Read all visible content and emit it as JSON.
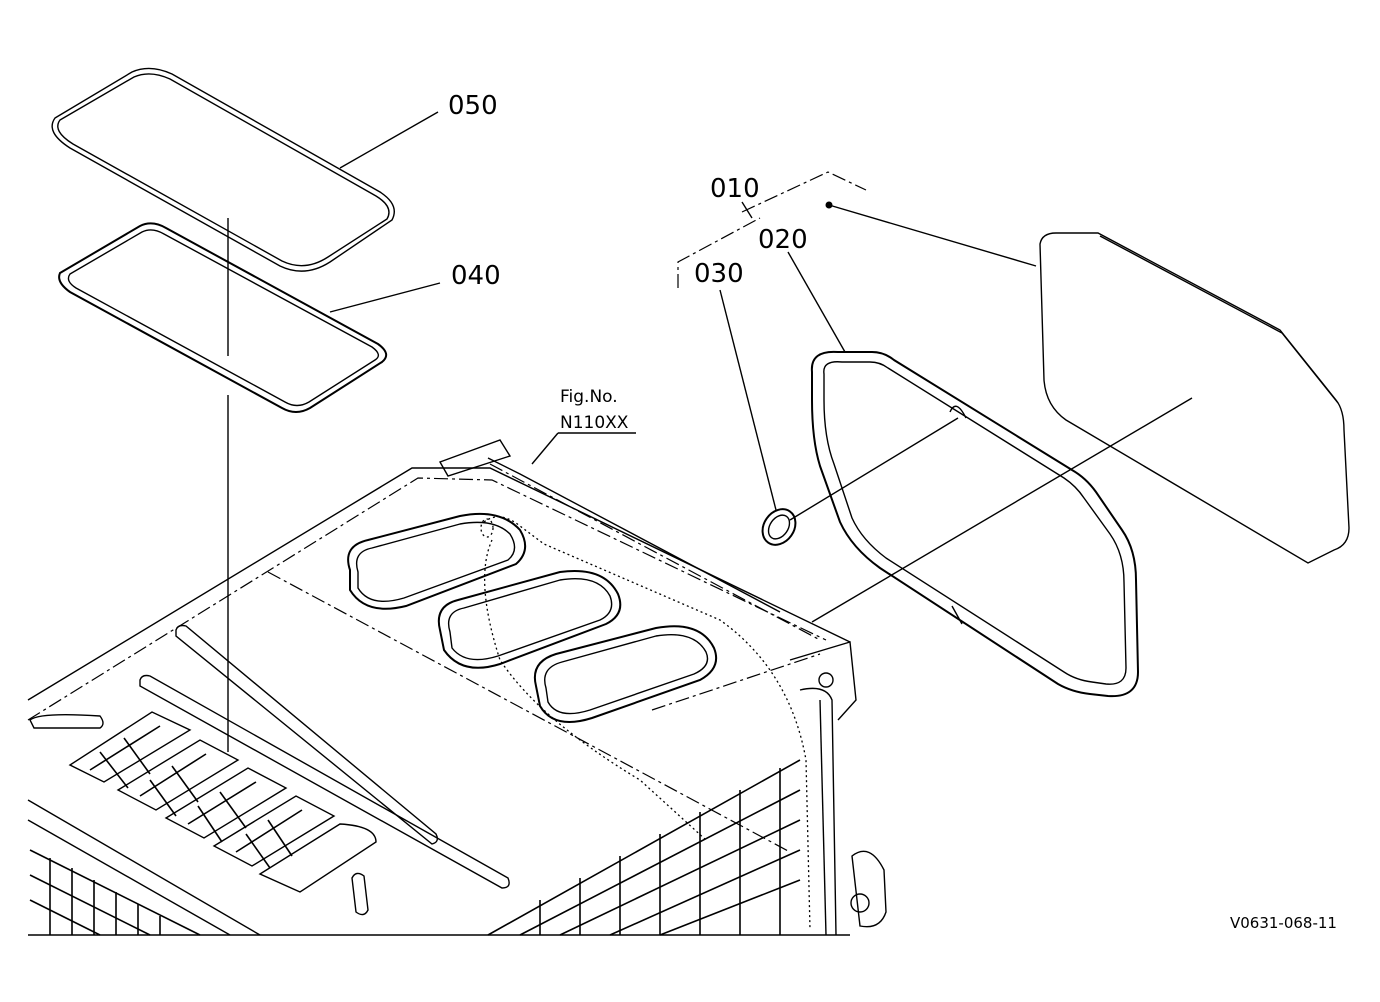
{
  "callouts": {
    "p050": "050",
    "p040": "040",
    "p010": "010",
    "p020": "020",
    "p030": "030"
  },
  "figure_ref": {
    "line1": "Fig.No.",
    "line2": "N110XX"
  },
  "drawing_number": "V0631-068-11"
}
